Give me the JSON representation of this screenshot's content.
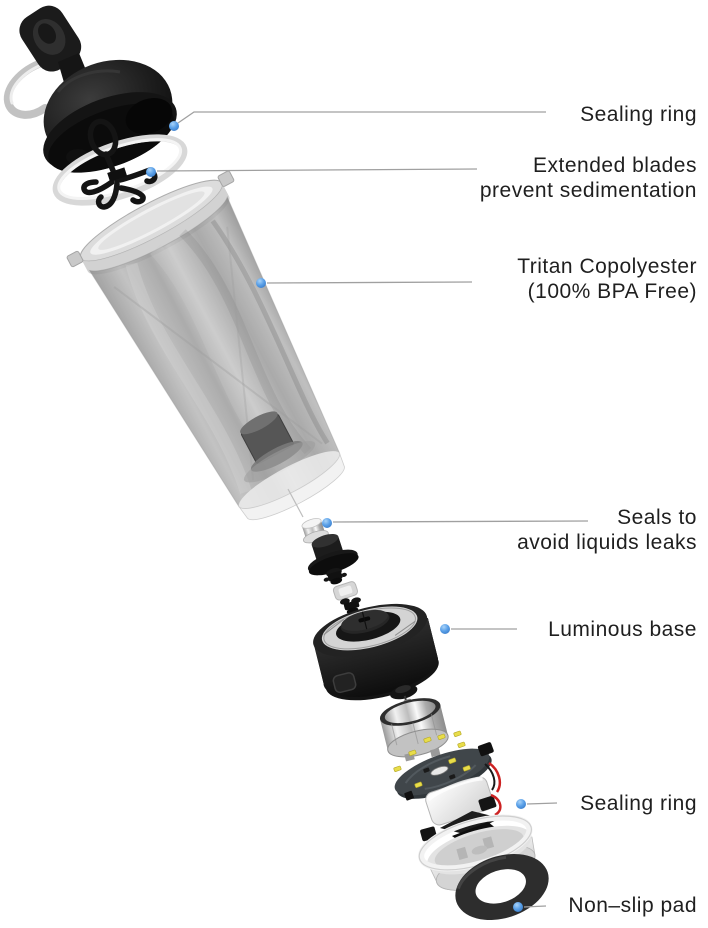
{
  "callouts": [
    {
      "id": "sealing-ring-top",
      "line1": "Sealing ring",
      "line2": ""
    },
    {
      "id": "extended-blades",
      "line1": "Extended blades",
      "line2": "prevent sedimentation"
    },
    {
      "id": "tritan-body",
      "line1": "Tritan Copolyester",
      "line2": "(100% BPA Free)"
    },
    {
      "id": "seals-leaks",
      "line1": "Seals to",
      "line2": "avoid liquids leaks"
    },
    {
      "id": "luminous-base",
      "line1": "Luminous base",
      "line2": ""
    },
    {
      "id": "sealing-ring-bottom",
      "line1": "Sealing ring",
      "line2": ""
    },
    {
      "id": "non-slip-pad",
      "line1": "Non–slip pad",
      "line2": ""
    }
  ],
  "colors": {
    "background": "#ffffff",
    "label_text": "#1f1f1f",
    "callout_line": "#a0a0a0",
    "callout_dot_blue": "#5aa0e8",
    "product_black": "#161616",
    "bottle_translucent_gray": "#a0a0a0",
    "metal_silver": "#c9c9c9",
    "pcb_dark": "#40464a",
    "led_yellow": "#e8dd4a",
    "wire_red": "#cc2222",
    "seal_ring_white": "#f0f0f0"
  }
}
